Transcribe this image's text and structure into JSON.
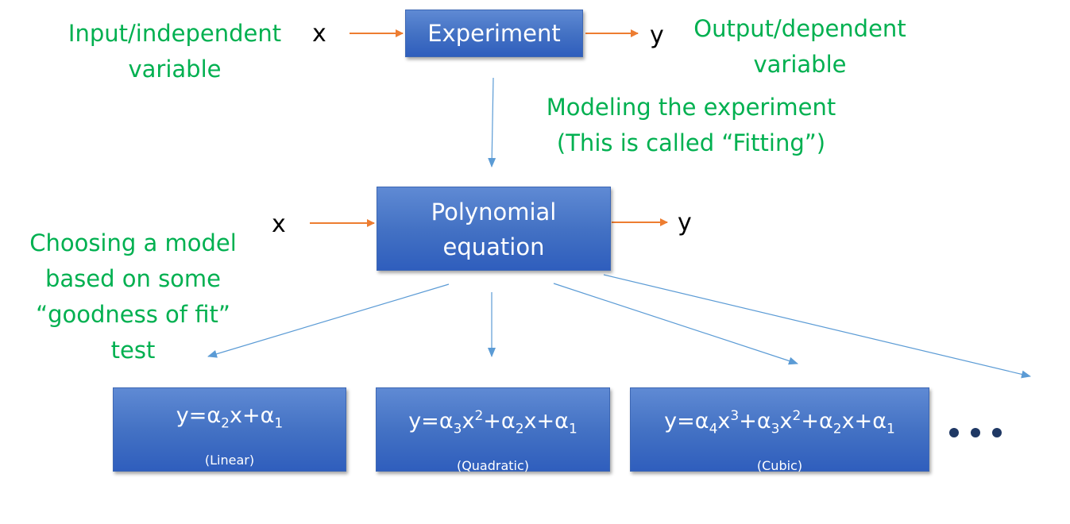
{
  "labels": {
    "input_line1": "Input/independent",
    "input_line2": "variable",
    "output_line1": "Output/dependent",
    "output_line2": "variable",
    "modeling_line1": "Modeling the experiment",
    "modeling_line2": "(This is called “Fitting”)",
    "choosing_line1": "Choosing a model",
    "choosing_line2": "based on some",
    "choosing_line3": "“goodness of fit”",
    "choosing_line4": "test"
  },
  "variables": {
    "x": "x",
    "y": "y"
  },
  "boxes": {
    "experiment": "Experiment",
    "polynomial_line1": "Polynomial",
    "polynomial_line2": "equation"
  },
  "models": {
    "linear": {
      "y": "y=",
      "a2": "α",
      "a2_sub": "2",
      "x": "x+",
      "a1": "α",
      "a1_sub": "1",
      "name": "(Linear)"
    },
    "quadratic": {
      "y": "y=",
      "a3": "α",
      "a3_sub": "3",
      "x2": "x",
      "x2_sup": "2",
      "plus1": "+",
      "a2": "α",
      "a2_sub": "2",
      "x": "x+",
      "a1": "α",
      "a1_sub": "1",
      "name": "(Quadratic)"
    },
    "cubic": {
      "y": "y=",
      "a4": "α",
      "a4_sub": "4",
      "x3": "x",
      "x3_sup": "3",
      "plus1": "+",
      "a3": "α",
      "a3_sub": "3",
      "x2": "x",
      "x2_sup": "2",
      "plus2": "+",
      "a2": "α",
      "a2_sub": "2",
      "x": "x+",
      "a1": "α",
      "a1_sub": "1",
      "name": "(Cubic)"
    }
  },
  "colors": {
    "label_green": "#00b050",
    "box_blue": "#4472c4",
    "arrow_orange": "#ed7d31",
    "arrow_blue": "#5b9bd5",
    "dots": "#1f3864"
  }
}
